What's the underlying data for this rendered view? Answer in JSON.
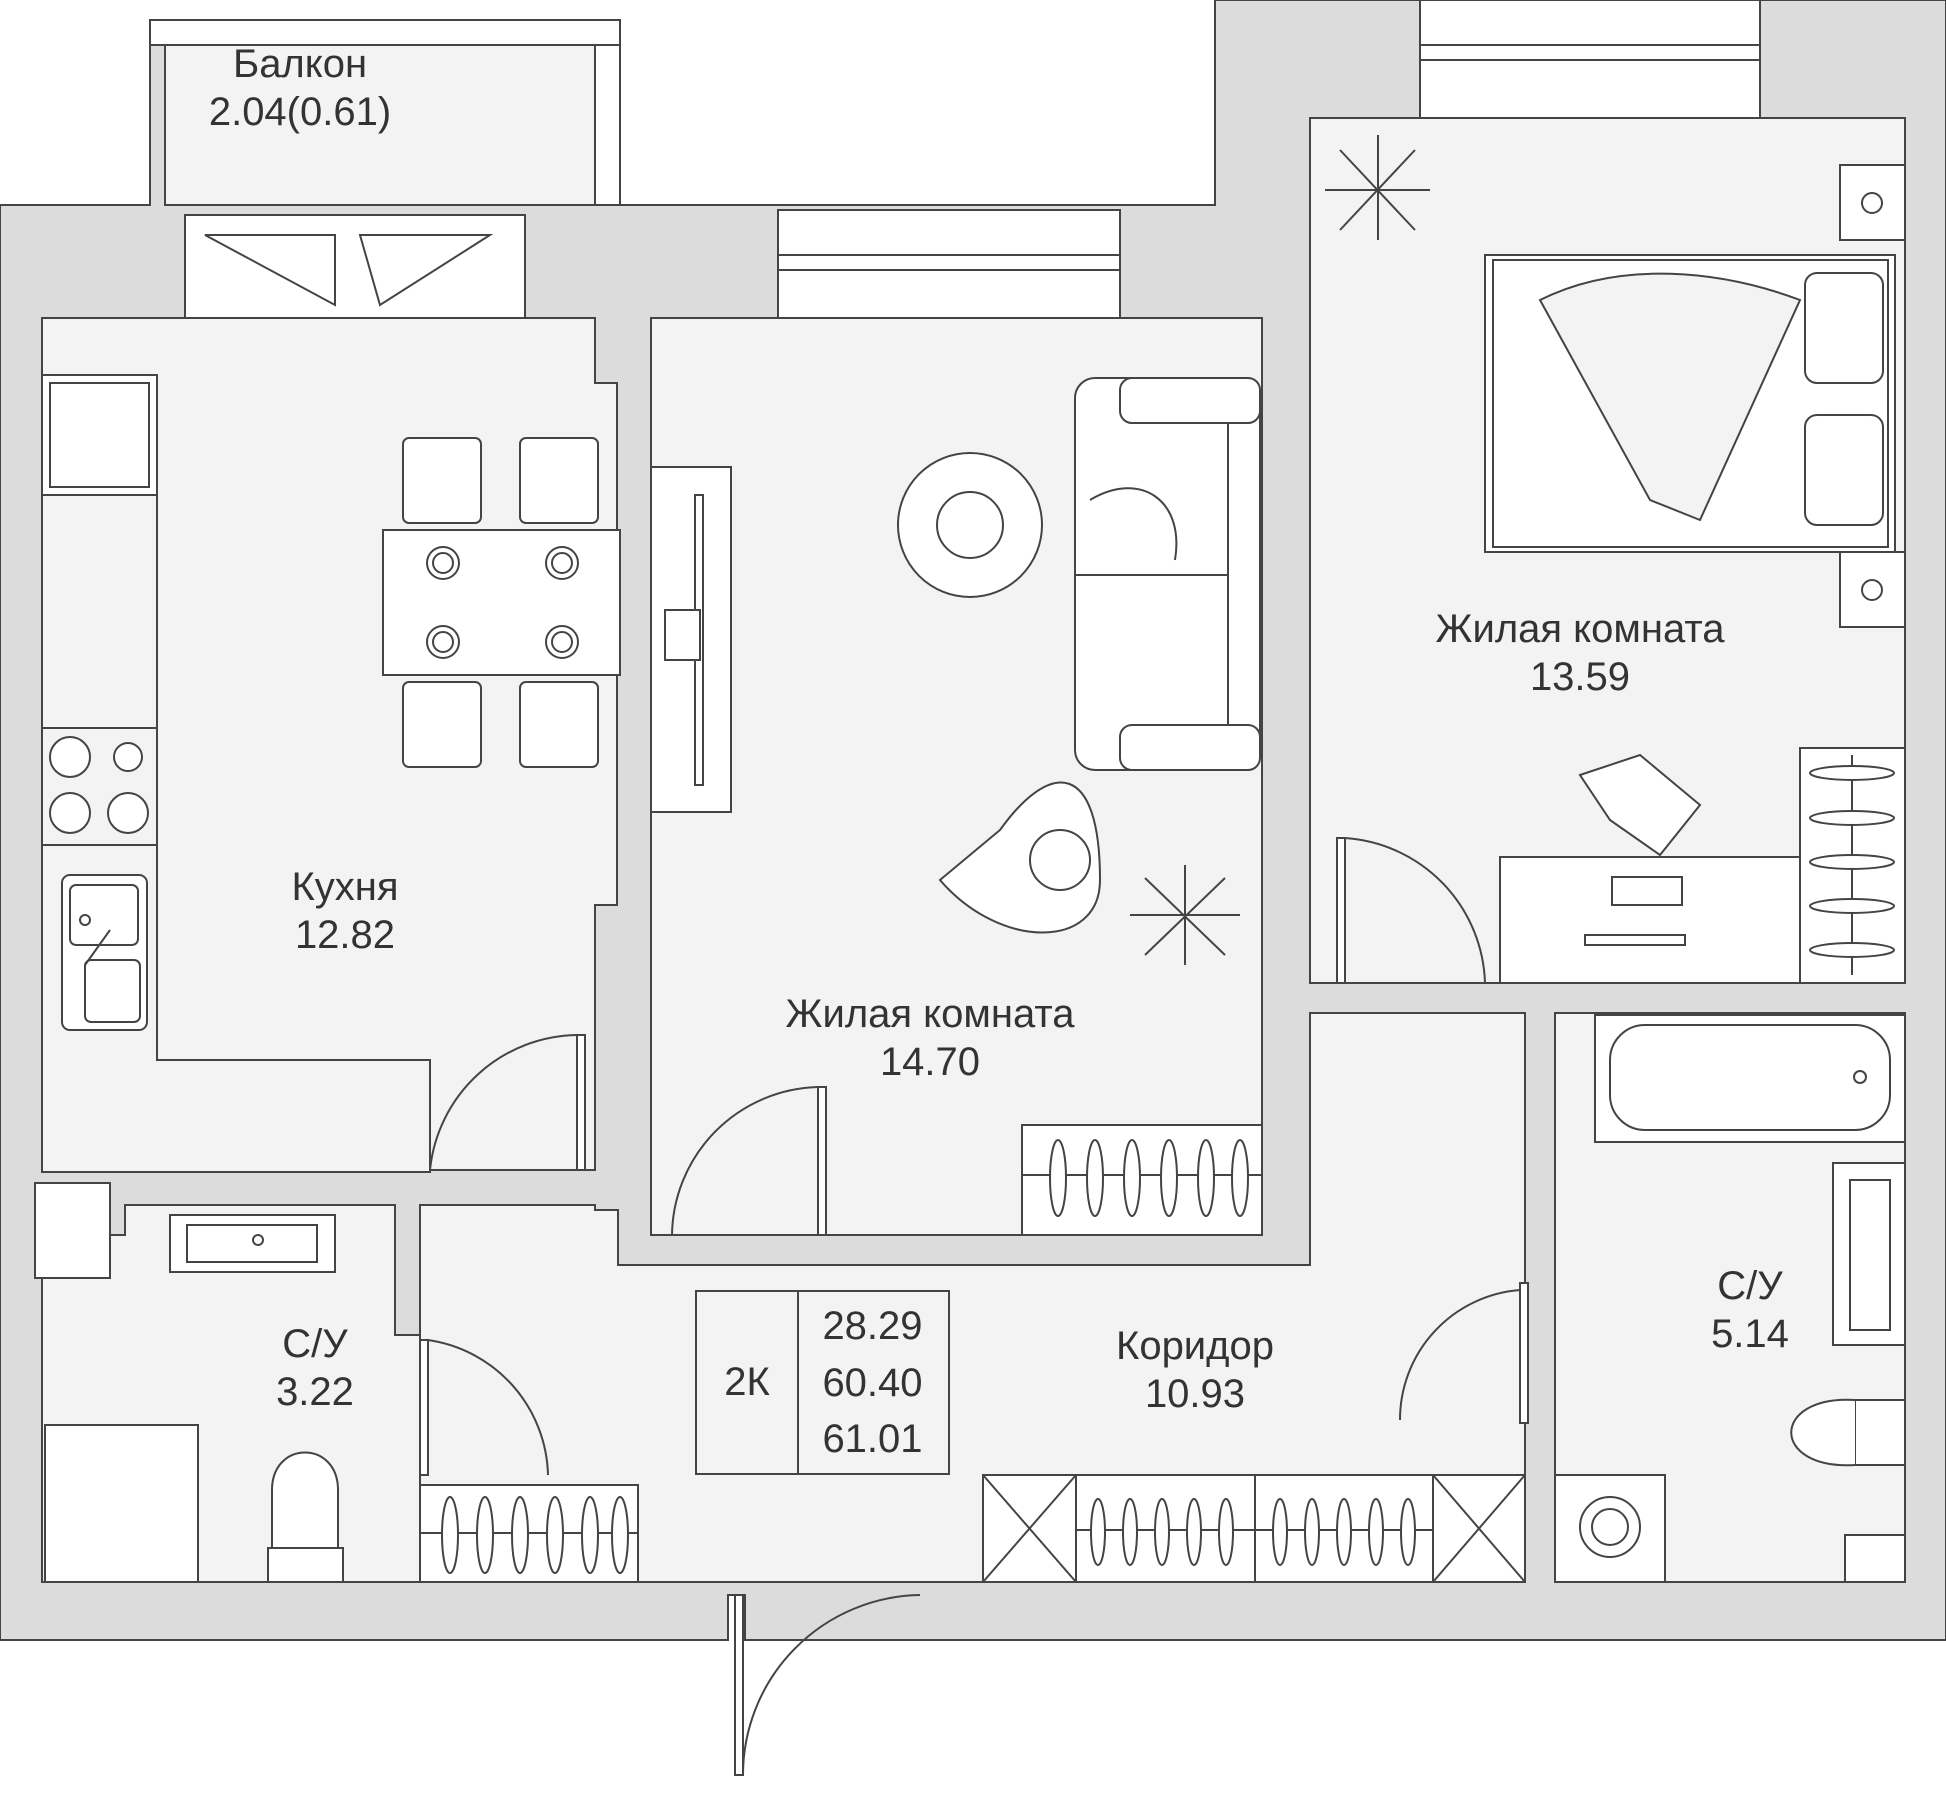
{
  "rooms": [
    {
      "id": "balcony",
      "name": "Балкон",
      "area": "2.04(0.61)"
    },
    {
      "id": "kitchen",
      "name": "Кухня",
      "area": "12.82"
    },
    {
      "id": "living1",
      "name": "Жилая комната",
      "area": "14.70"
    },
    {
      "id": "living2",
      "name": "Жилая комната",
      "area": "13.59"
    },
    {
      "id": "bath1",
      "name": "С/У",
      "area": "3.22"
    },
    {
      "id": "bath2",
      "name": "С/У",
      "area": "5.14"
    },
    {
      "id": "corridor",
      "name": "Коридор",
      "area": "10.93"
    }
  ],
  "summary": {
    "type": "2К",
    "living_area": "28.29",
    "total_area": "60.40",
    "total_with_balcony": "61.01"
  },
  "colors": {
    "wall": "#dcdcdc",
    "floor": "#f3f3f3",
    "line": "#444444",
    "text": "#333333"
  }
}
